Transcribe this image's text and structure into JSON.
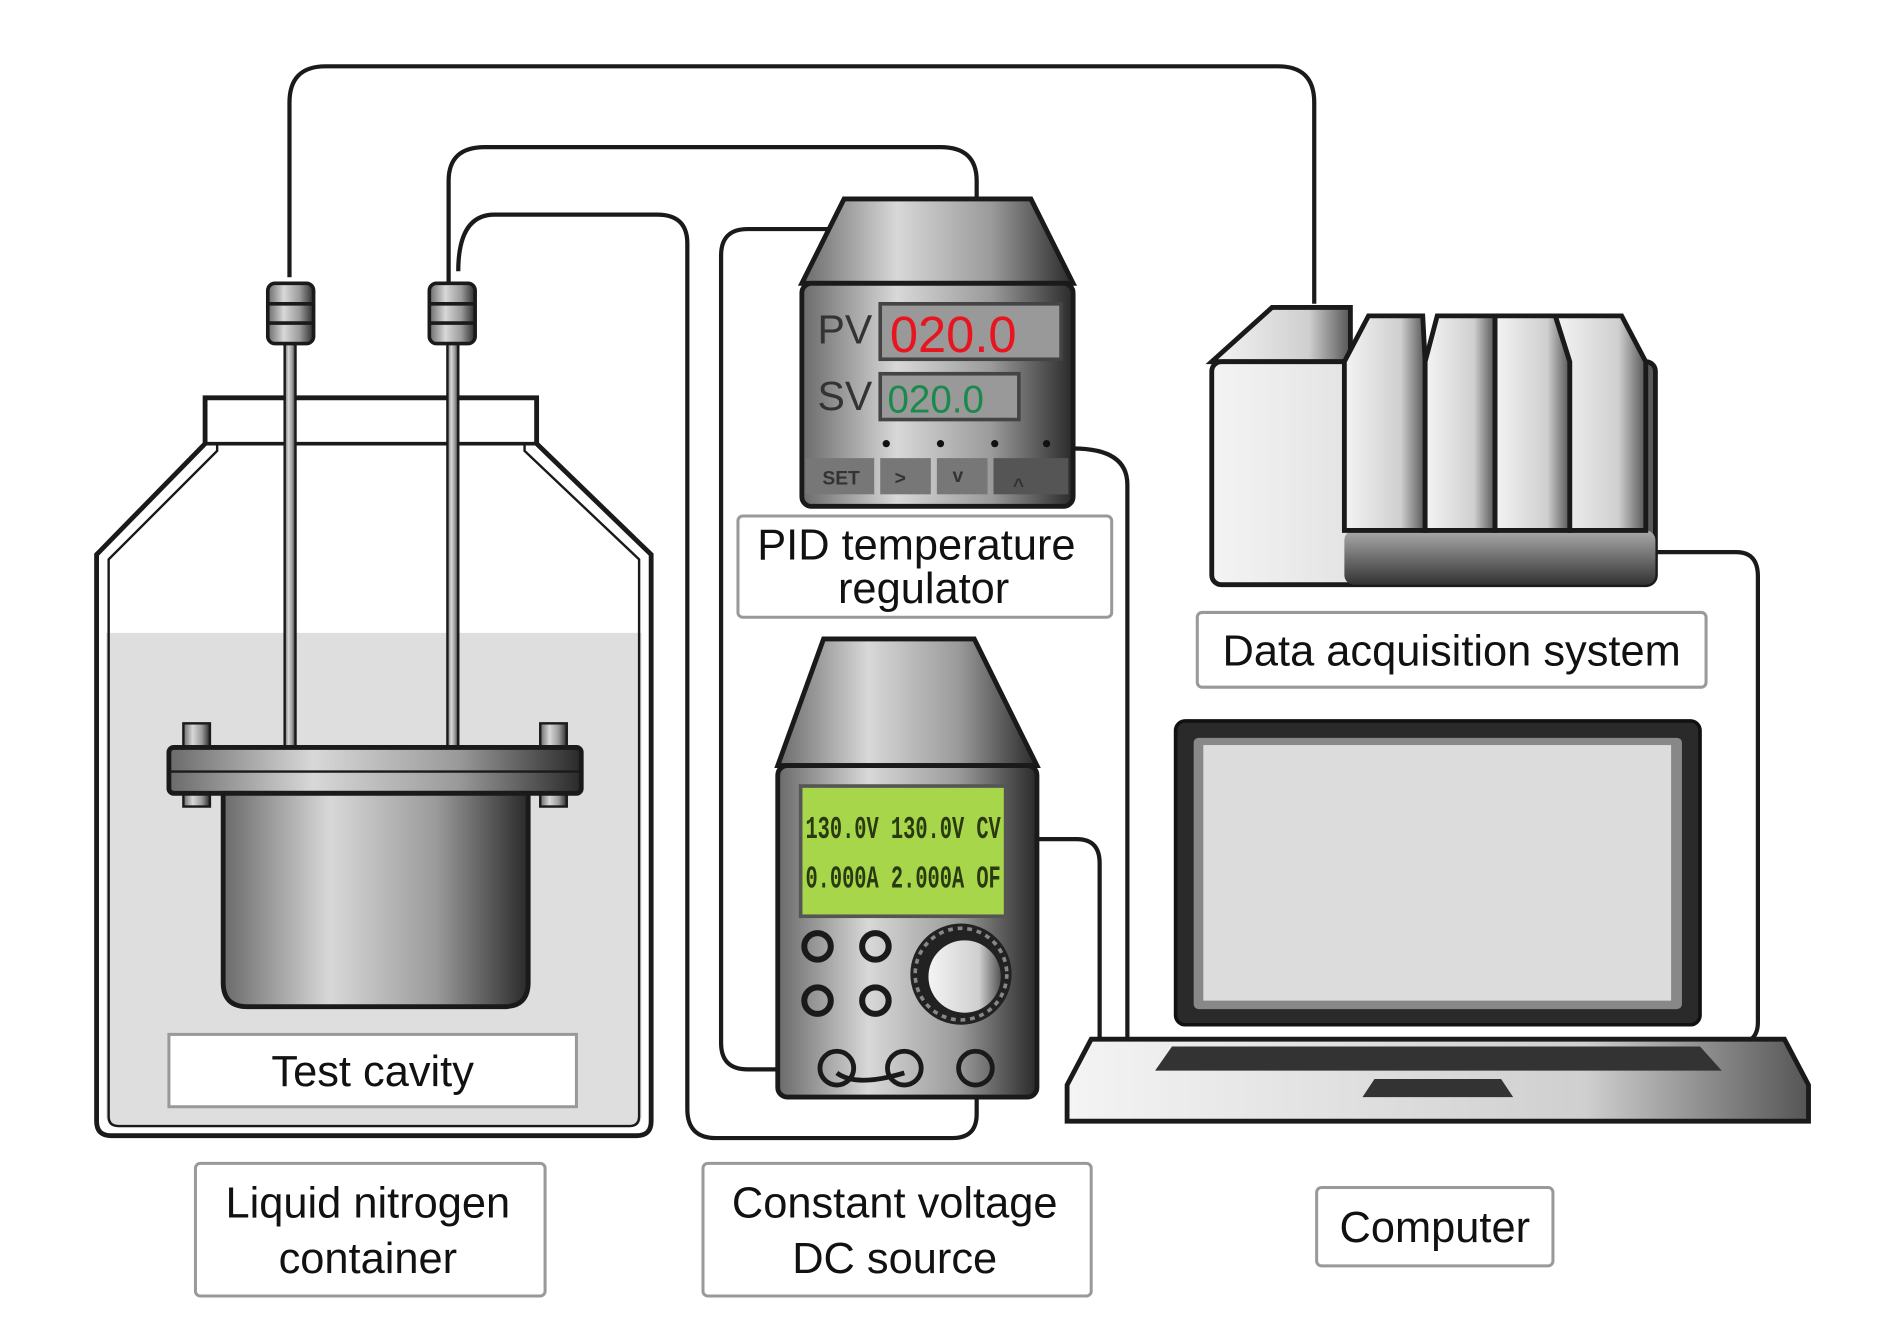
{
  "labels": {
    "test_cavity": "Test cavity",
    "ln2_container_line1": "Liquid nitrogen",
    "ln2_container_line2": "container",
    "pid_line1": "PID temperature",
    "pid_line2": "regulator",
    "dc_line1": "Constant voltage",
    "dc_line2": "DC source",
    "daq": "Data acquisition system",
    "computer": "Computer"
  },
  "pid_display": {
    "pv_label": "PV",
    "pv_value": "020.0",
    "sv_label": "SV",
    "sv_value": "020.0",
    "buttons": [
      "SET",
      ">",
      "v",
      "^"
    ]
  },
  "dc_display": {
    "line1": "130.0V 130.0V CV",
    "line2": "0.000A 2.000A OF"
  },
  "colors": {
    "pv_red": "#e8141e",
    "sv_green": "#1a8a4a",
    "lcd_green": "#a8d64a",
    "liquid_gray": "#dedede"
  }
}
